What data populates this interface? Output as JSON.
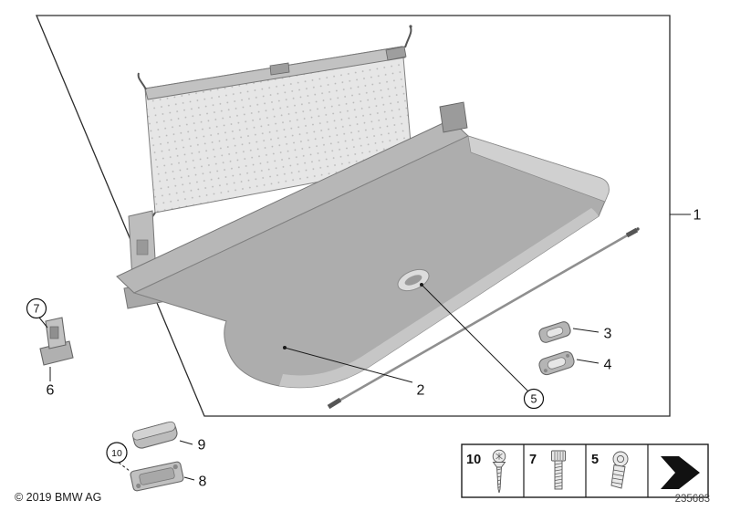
{
  "footer": {
    "copyright": "© 2019 BMW AG",
    "sheet_number": "235683"
  },
  "callouts": {
    "c1": "1",
    "c2": "2",
    "c3": "3",
    "c4": "4",
    "c5": "5",
    "c6": "6",
    "c7": "7",
    "c8": "8",
    "c9": "9",
    "c10": "10"
  },
  "fastener_table": {
    "cells": [
      {
        "label": "10",
        "icon": "countersunk-screw-icon"
      },
      {
        "label": "7",
        "icon": "cylinder-head-screw-icon"
      },
      {
        "label": "5",
        "icon": "pan-head-screw-icon"
      },
      {
        "label": "",
        "icon": "kit-arrow-icon"
      }
    ]
  },
  "colors": {
    "line": "#1a1a1a",
    "cover_gray": "#adadad",
    "net_gray": "#e6e6e6",
    "band_gray": "#cdcdcd"
  }
}
